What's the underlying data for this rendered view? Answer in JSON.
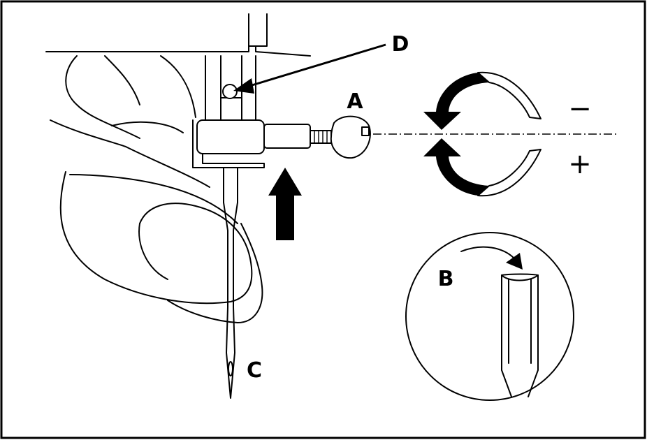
{
  "labels": {
    "a": "A",
    "b": "B",
    "c": "C",
    "d": "D"
  },
  "symbols": {
    "minus": "−",
    "plus": "+"
  },
  "colors": {
    "ink": "#000000",
    "paper": "#ffffff"
  },
  "icons": {
    "rotation": "rotation-arrows-icon",
    "insert_arrow": "up-arrow-icon"
  }
}
